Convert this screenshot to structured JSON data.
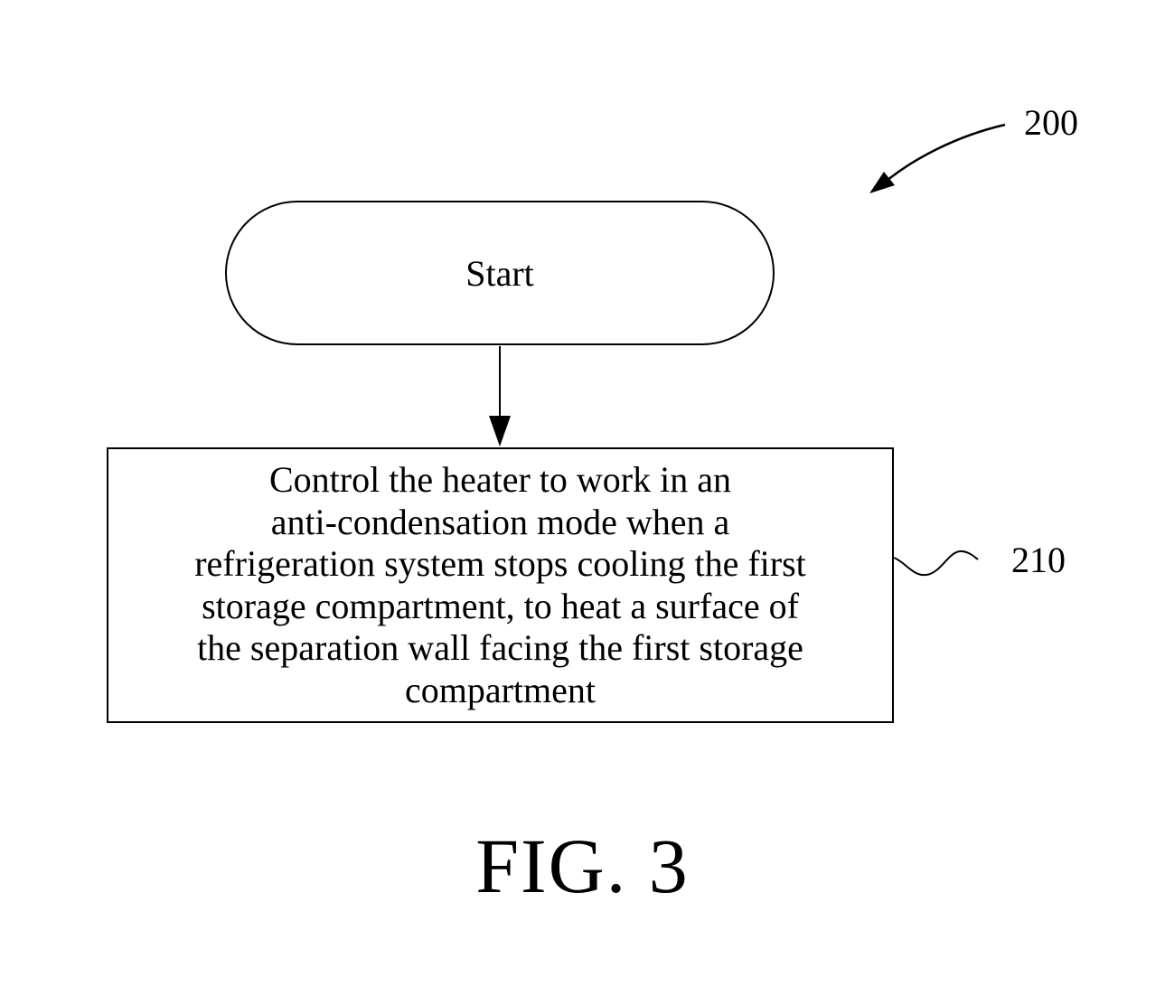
{
  "figure": {
    "reference_numeral": "200",
    "label": "FIG. 3"
  },
  "start_node": {
    "text": "Start"
  },
  "step_210": {
    "reference_numeral": "210",
    "lines": [
      "Control the heater to work in an",
      "anti-condensation mode when a",
      "refrigeration system stops cooling the first",
      "storage compartment, to heat a surface of",
      "the separation wall facing the first storage",
      "compartment"
    ]
  }
}
